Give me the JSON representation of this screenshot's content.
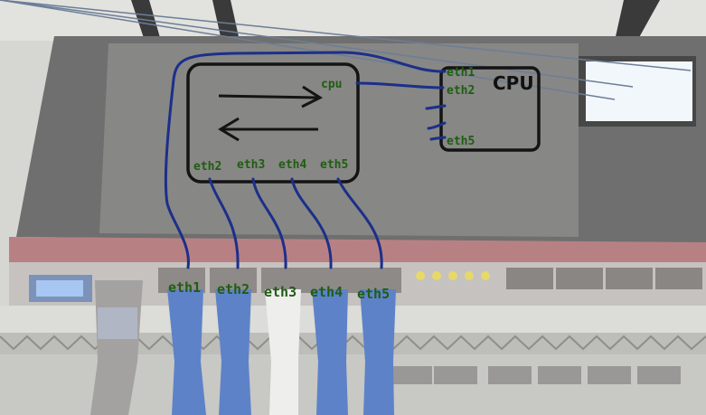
{
  "switch_chip": {
    "uplink_label": "cpu",
    "ports": [
      "eth2",
      "eth3",
      "eth4",
      "eth5"
    ]
  },
  "cpu_box": {
    "title": "CPU",
    "ports_labeled": [
      "eth1",
      "eth2",
      "eth5"
    ]
  },
  "router_ports": [
    "eth1",
    "eth2",
    "eth3",
    "eth4",
    "eth5"
  ],
  "colors": {
    "wire": "#1c2f8a",
    "label_green": "#1f5d12",
    "router_red": "#9b3b3f",
    "router_black": "#2a2a2a",
    "lcd": "#f2f7fb"
  }
}
